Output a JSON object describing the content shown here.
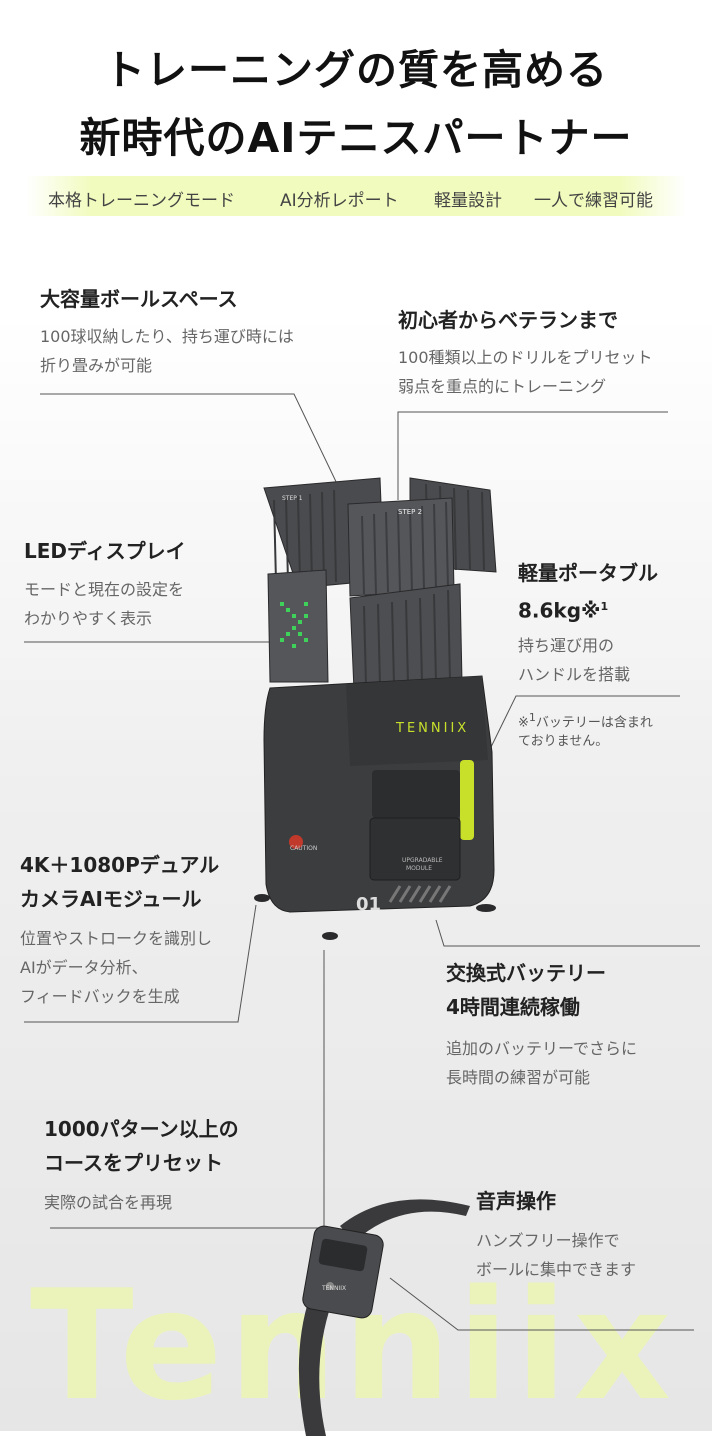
{
  "headline": {
    "line1": "トレーニングの質を高める",
    "line2": "新時代のAIテニスパートナー"
  },
  "tags": [
    "本格トレーニングモード",
    "AI分析レポート",
    "軽量設計",
    "一人で練習可能"
  ],
  "features": {
    "ball_space": {
      "title": "大容量ボールスペース",
      "desc1": "100球収納したり、持ち運び時には",
      "desc2": "折り畳みが可能"
    },
    "beginner": {
      "title": "初心者からベテランまで",
      "desc1": "100種類以上のドリルをプリセット",
      "desc2": "弱点を重点的にトレーニング"
    },
    "led": {
      "title": "LEDディスプレイ",
      "desc1": "モードと現在の設定を",
      "desc2": "わかりやすく表示"
    },
    "portable": {
      "title1": "軽量ポータブル",
      "title2": "8.6kg※",
      "title2_sup": "1",
      "desc1": "持ち運び用の",
      "desc2": "ハンドルを搭載",
      "note1_prefix": "※",
      "note1_sup": "1",
      "note1": "バッテリーは含まれ",
      "note2": "ておりません。"
    },
    "camera": {
      "title1": "4K＋1080Pデュアル",
      "title2": "カメラAIモジュール",
      "desc1": "位置やストロークを識別し",
      "desc2": "AIがデータ分析、",
      "desc3": "フィードバックを生成"
    },
    "battery": {
      "title1": "交換式バッテリー",
      "title2": "4時間連続稼働",
      "desc1": "追加のバッテリーでさらに",
      "desc2": "長時間の練習が可能"
    },
    "patterns": {
      "title1": "1000パターン以上の",
      "title2": "コースをプリセット",
      "desc1": "実際の試合を再現"
    },
    "voice": {
      "title": "音声操作",
      "desc1": "ハンズフリー操作で",
      "desc2": "ボールに集中できます"
    }
  },
  "machine": {
    "brand": "TENNIIX",
    "step1": "STEP 1",
    "step2": "STEP 2",
    "module_label1": "UPGRADABLE",
    "module_label2": "MODULE",
    "caution": "CAUTION",
    "model": "01",
    "accent_color": "#c8e02a",
    "body_color": "#3c3d3f",
    "led_color": "#3fd25a"
  },
  "remote": {
    "brand": "TENNIIX"
  },
  "watermark": "Tenniix"
}
